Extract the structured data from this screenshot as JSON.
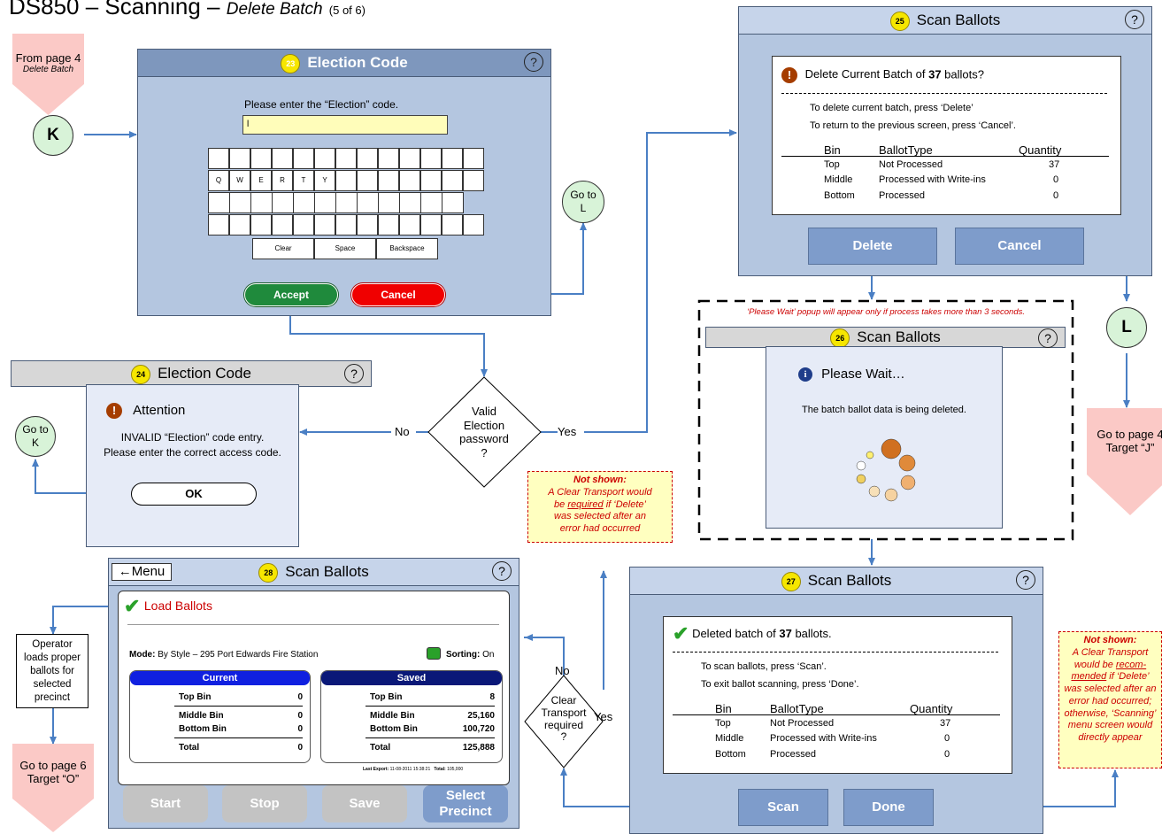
{
  "page_title": {
    "main": "DS850 – Scanning",
    "section": "Delete Batch",
    "page": "(5 of 6)"
  },
  "colors": {
    "window": "#b4c6e0",
    "titlebar": "#7e97bd",
    "accept": "#1f8a3c",
    "cancel": "#f00000",
    "connector": "#d8f3d8",
    "offpage": "#fbc9c6",
    "arrow": "#4a7fc4",
    "note_bg": "#ffffc0",
    "note_text": "#cc0000"
  },
  "from_page": {
    "line1": "From page 4",
    "line2": "Delete Batch"
  },
  "connector_k": "K",
  "connector_l": "L",
  "goto_l": {
    "line1": "Go to",
    "line2": "L"
  },
  "goto_k": {
    "line1": "Go to",
    "line2": "K"
  },
  "goto_page4": {
    "line1": "Go to page 4",
    "line2": "Target “J”"
  },
  "goto_page6": {
    "line1": "Go to page 6",
    "line2": "Target “O”"
  },
  "screen23": {
    "number": "23",
    "title": "Election Code",
    "help": "?",
    "prompt": "Please enter the “Election” code.",
    "input_value": "l",
    "keys_row2": [
      "Q",
      "W",
      "E",
      "R",
      "T",
      "Y"
    ],
    "clear": "Clear",
    "space": "Space",
    "backspace": "Backspace",
    "accept": "Accept",
    "cancel": "Cancel"
  },
  "screen24": {
    "number": "24",
    "title": "Election Code",
    "help": "?",
    "heading": "Attention",
    "line1": "INVALID “Election” code entry.",
    "line2": "Please enter the correct access code.",
    "ok": "OK"
  },
  "decision_valid": {
    "l1": "Valid",
    "l2": "Election",
    "l3": "password",
    "l4": "?",
    "no": "No",
    "yes": "Yes"
  },
  "screen25": {
    "number": "25",
    "title": "Scan Ballots",
    "help": "?",
    "question_pre": "Delete Current Batch of ",
    "question_count": "37",
    "question_post": " ballots?",
    "line1": "To delete current batch, press ‘Delete’",
    "line2": "To return to the previous screen, press ‘Cancel’.",
    "headers": [
      "Bin",
      "BallotType",
      "Quantity"
    ],
    "rows": [
      [
        "Top",
        "Not Processed",
        "37"
      ],
      [
        "Middle",
        "Processed with Write-ins",
        "0"
      ],
      [
        "Bottom",
        "Processed",
        "0"
      ]
    ],
    "delete": "Delete",
    "cancel": "Cancel"
  },
  "wait_note": "‘Please Wait’ popup will appear only if process takes more than 3 seconds.",
  "screen26": {
    "number": "26",
    "title": "Scan Ballots",
    "help": "?",
    "heading": "Please Wait…",
    "message": "The batch ballot data is being deleted."
  },
  "screen27": {
    "number": "27",
    "title": "Scan Ballots",
    "help": "?",
    "heading_pre": "Deleted batch of ",
    "heading_count": "37",
    "heading_post": " ballots.",
    "line1": "To scan ballots, press ‘Scan’.",
    "line2": "To exit ballot scanning, press ‘Done’.",
    "headers": [
      "Bin",
      "BallotType",
      "Quantity"
    ],
    "rows": [
      [
        "Top",
        "Not Processed",
        "37"
      ],
      [
        "Middle",
        "Processed with Write-ins",
        "0"
      ],
      [
        "Bottom",
        "Processed",
        "0"
      ]
    ],
    "scan": "Scan",
    "done": "Done"
  },
  "screen28": {
    "number": "28",
    "title": "Scan Ballots",
    "help": "?",
    "menu": "Menu",
    "load": "Load Ballots",
    "mode_label": "Mode:",
    "mode_value": "By Style – 295 Port Edwards Fire Station",
    "sorting_label": "Sorting:",
    "sorting_value": "On",
    "current": {
      "title": "Current",
      "rows": [
        [
          "Top Bin",
          "0"
        ],
        [
          "Middle Bin",
          "0"
        ],
        [
          "Bottom Bin",
          "0"
        ]
      ],
      "total": [
        "Total",
        "0"
      ]
    },
    "saved": {
      "title": "Saved",
      "rows": [
        [
          "Top Bin",
          "8"
        ],
        [
          "Middle Bin",
          "25,160"
        ],
        [
          "Bottom Bin",
          "100,720"
        ]
      ],
      "total": [
        "Total",
        "125,888"
      ]
    },
    "last_export_label": "Last Export:",
    "last_export": "11-08-2011 15:38:21",
    "total_label": "Total:",
    "total": "105,000",
    "start": "Start",
    "stop": "Stop",
    "save": "Save",
    "select_l1": "Select",
    "select_l2": "Precinct"
  },
  "operator_box": {
    "l1": "Operator",
    "l2": "loads proper",
    "l3": "ballots for",
    "l4": "selected",
    "l5": "precinct"
  },
  "decision_clear": {
    "l1": "Clear",
    "l2": "Transport",
    "l3": "required",
    "l4": "?",
    "no": "No",
    "yes": "Yes"
  },
  "note1": {
    "title": "Not shown:",
    "l1": "A Clear Transport would",
    "l2_pre": "be ",
    "l2_u": "required",
    "l2_post": " if ‘Delete’",
    "l3": "was selected after an",
    "l4": "error had occurred"
  },
  "note2": {
    "title": "Not shown:",
    "l1": "A Clear Transport",
    "l2_pre": "would be ",
    "l2_u": "recom-",
    "l3_u": "mended",
    "l3_post": " if ‘Delete’",
    "l4": "was selected after an",
    "l5": "error had occurred;",
    "l6": "otherwise, ‘Scanning’",
    "l7": "menu screen would",
    "l8": "directly appear"
  }
}
